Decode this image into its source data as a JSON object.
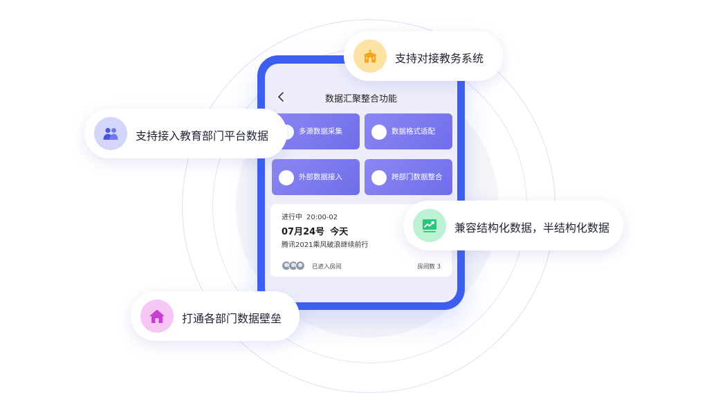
{
  "screen": {
    "title": "数据汇聚整合功能",
    "tiles": [
      {
        "label": "多源数据采集"
      },
      {
        "label": "数据格式适配"
      },
      {
        "label": "外部数据接入"
      },
      {
        "label": "跨部门数据整合"
      }
    ],
    "card": {
      "status": "进行中",
      "time": "20:00-02",
      "date": "07月24号",
      "day": "今天",
      "subtitle": "腾讯2021乘风破浪继续前行",
      "entered": "已进入房间",
      "rooms": "房间数 3"
    }
  },
  "features": [
    {
      "label": "支持对接教务系统",
      "icon": "school-building-icon",
      "color": "#fde3a3"
    },
    {
      "label": "支持接入教育部门平台数据",
      "icon": "users-icon",
      "color": "#d3d6fa"
    },
    {
      "label": "兼容结构化数据，半结构化数据",
      "icon": "chart-trend-icon",
      "color": "#bdf1d3"
    },
    {
      "label": "打通各部门数据壁垒",
      "icon": "home-icon",
      "color": "#f6c6f5"
    }
  ],
  "colors": {
    "tablet_frame": "#3d5ff0",
    "tile_gradient_start": "#8b87f2",
    "tile_gradient_end": "#6f6eea"
  }
}
